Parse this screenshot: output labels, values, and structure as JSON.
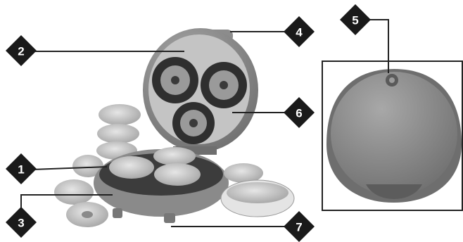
{
  "callouts": [
    {
      "number": "1",
      "part": "bottom-cooking-plate"
    },
    {
      "number": "2",
      "part": "lid"
    },
    {
      "number": "3",
      "part": "base"
    },
    {
      "number": "4",
      "part": "lid-handle"
    },
    {
      "number": "5",
      "part": "indicator-light"
    },
    {
      "number": "6",
      "part": "top-cooking-plate"
    },
    {
      "number": "7",
      "part": "feet"
    }
  ],
  "colors": {
    "badge": "#1a1a1a",
    "line": "#222222",
    "appliance": "#9a9a9a",
    "appliance_dark": "#6f6f6f",
    "plate": "#3a3a3a",
    "donut": "#cfcfcf"
  }
}
